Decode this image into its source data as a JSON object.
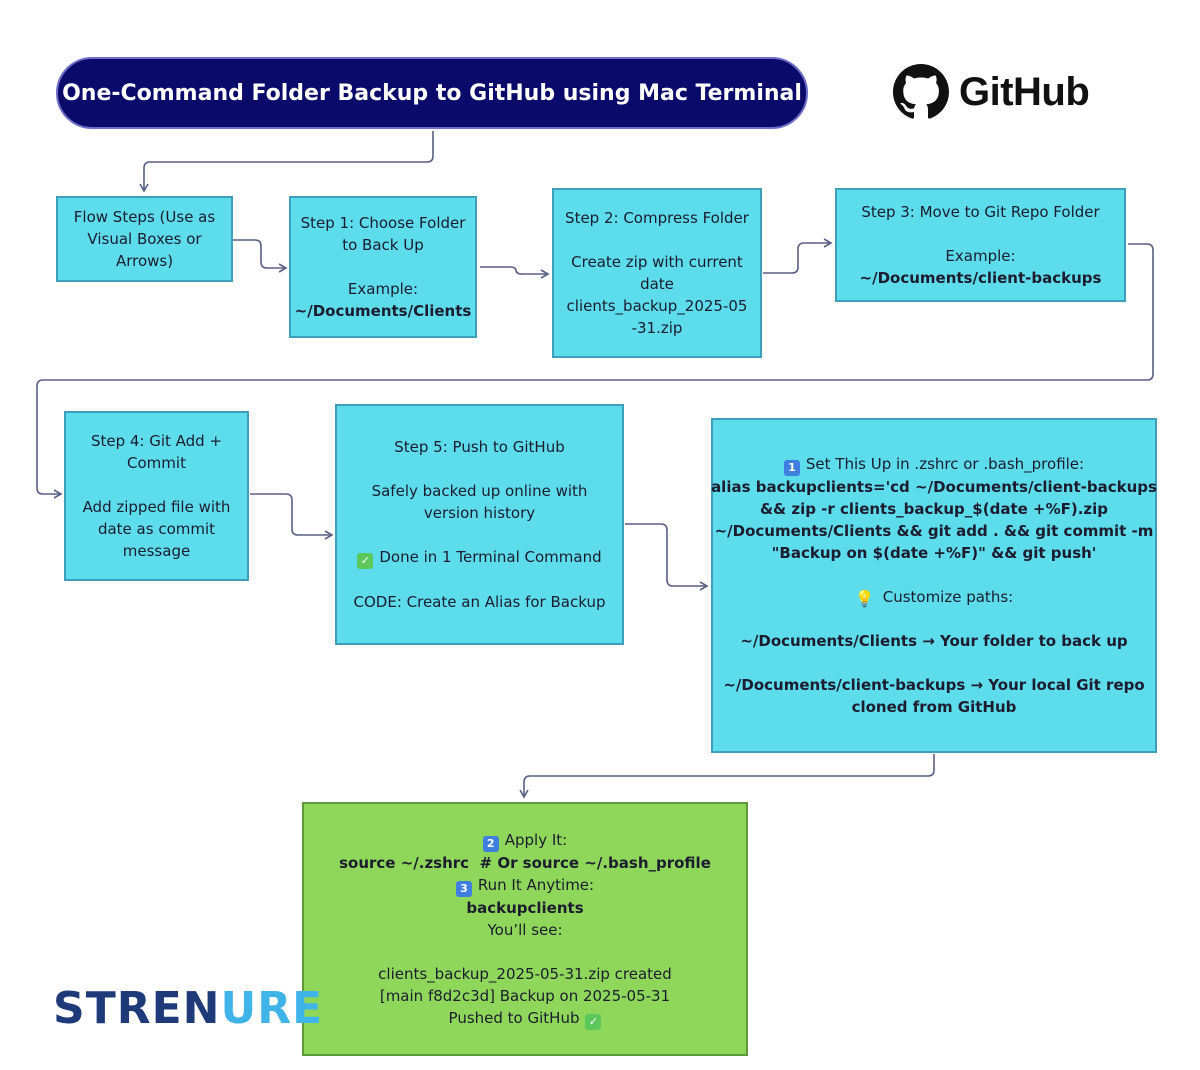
{
  "title": "One-Command Folder Backup to GitHub using Mac Terminal",
  "github_logo": {
    "icon": "github-octocat-icon",
    "word": "GitHub"
  },
  "flow_box": {
    "l1": "Flow Steps (Use as",
    "l2": "Visual Boxes or",
    "l3": "Arrows)"
  },
  "step1": {
    "l1": "Step 1: Choose Folder",
    "l2": "to Back Up",
    "l3": "Example:",
    "l4": "~/Documents/Clients"
  },
  "step2": {
    "l1": "Step 2: Compress Folder",
    "l2": "Create zip with current",
    "l3": "date",
    "l4": "clients_backup_2025-05",
    "l5": "-31.zip"
  },
  "step3": {
    "l1": "Step 3: Move to Git Repo Folder",
    "l2": "Example:",
    "l3": "~/Documents/client-backups"
  },
  "step4": {
    "l1": "Step 4: Git Add +",
    "l2": "Commit",
    "l3": "Add zipped file with",
    "l4": "date as commit",
    "l5": "message"
  },
  "step5": {
    "l1": "Step 5: Push to GitHub",
    "l2": "Safely backed up online with",
    "l3": "version history",
    "l4": "Done in 1 Terminal Command",
    "l5": "CODE: Create an Alias for Backup"
  },
  "setup": {
    "badge": "1",
    "heading": "Set This Up in .zshrc or .bash_profile:",
    "code1": "alias backupclients='cd ~/Documents/client-backups",
    "code2": "&& zip -r clients_backup_$(date +%F).zip",
    "code3": "~/Documents/Clients && git add . && git commit -m",
    "code4": "\"Backup on $(date +%F)\" && git push'",
    "customize": "Customize paths:",
    "path1": "~/Documents/Clients → Your folder to back up",
    "path2a": "~/Documents/client-backups → Your local Git repo",
    "path2b": "cloned from GitHub"
  },
  "apply": {
    "badge2": "2",
    "apply_heading": "Apply It:",
    "apply_cmd": "source ~/.zshrc  # Or source ~/.bash_profile",
    "badge3": "3",
    "run_heading": "Run It Anytime:",
    "run_cmd": "backupclients",
    "see": "You’ll see:",
    "out1": "clients_backup_2025-05-31.zip created",
    "out2": "[main f8d2c3d] Backup on 2025-05-31",
    "out3": "Pushed to GitHub"
  },
  "brand": {
    "part1": "STREN",
    "part2": "URE",
    "color1": "#1f3a78",
    "color2": "#3fb4e8"
  },
  "colors": {
    "step_box": "#5ddceb",
    "result_box": "#8ed75b",
    "title_bg": "#0a0a6b",
    "connector": "#5a5f86"
  }
}
